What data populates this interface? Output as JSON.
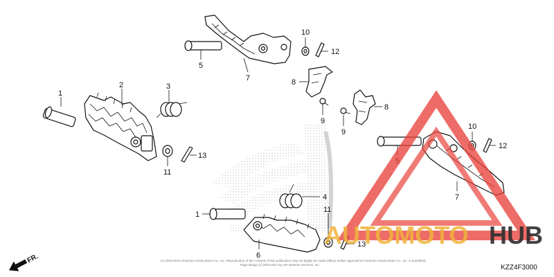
{
  "diagram": {
    "callouts": [
      {
        "id": "c1a",
        "text": "1"
      },
      {
        "id": "c2",
        "text": "2"
      },
      {
        "id": "c3",
        "text": "3"
      },
      {
        "id": "c11a",
        "text": "11"
      },
      {
        "id": "c13a",
        "text": "13"
      },
      {
        "id": "c5a",
        "text": "5"
      },
      {
        "id": "c7a",
        "text": "7"
      },
      {
        "id": "c10a",
        "text": "10"
      },
      {
        "id": "c12a",
        "text": "12"
      },
      {
        "id": "c8a",
        "text": "8"
      },
      {
        "id": "c9a",
        "text": "9"
      },
      {
        "id": "c9b",
        "text": "9"
      },
      {
        "id": "c8b",
        "text": "8"
      },
      {
        "id": "c10b",
        "text": "10"
      },
      {
        "id": "c12b",
        "text": "12"
      },
      {
        "id": "c5b",
        "text": "5"
      },
      {
        "id": "c7b",
        "text": "7"
      },
      {
        "id": "c4",
        "text": "4"
      },
      {
        "id": "c1b",
        "text": "1"
      },
      {
        "id": "c11b",
        "text": "11"
      },
      {
        "id": "c6",
        "text": "6"
      },
      {
        "id": "c13b",
        "text": "13"
      }
    ],
    "front_arrow": "FR.",
    "diagram_code": "KZZ4F3000",
    "copyright_line1": "(c) 2003-2015 American Honda Motor Co., Inc. Reproduction of the contents of this publication may not legally be made without written approval of American Honda Motor Co., Inc. is prohibited.",
    "copyright_line2": "Page design (c) 2003-2017 by ARI Network Services, Inc."
  },
  "watermark": {
    "brand_part1": "AUTOMOTO",
    "brand_part2": "HUB",
    "color_red": "#e9423c",
    "color_yellow": "#f0b43c",
    "color_dark": "#2d2d2d"
  }
}
